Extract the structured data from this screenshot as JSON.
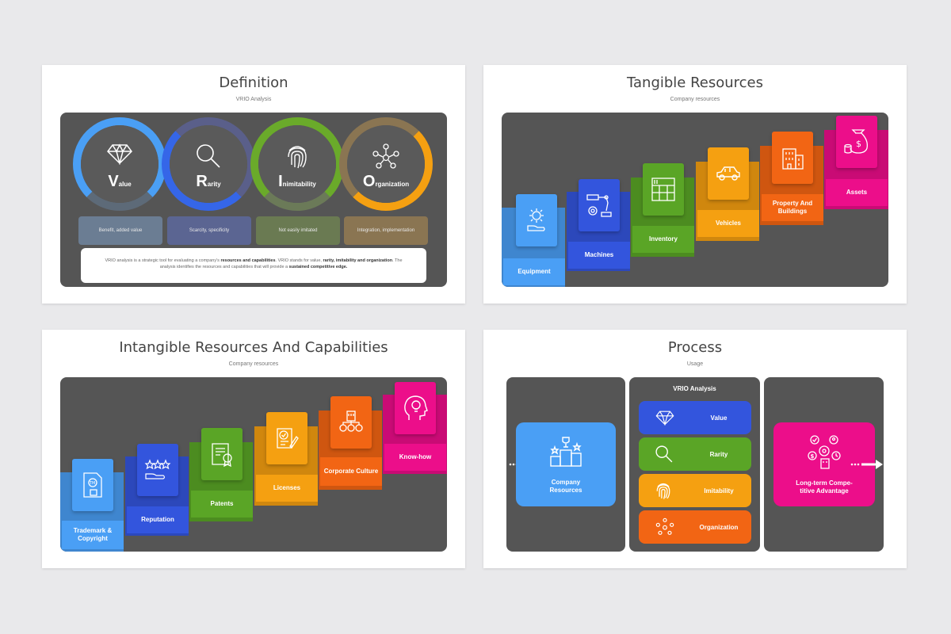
{
  "slides": {
    "definition": {
      "title": "Definition",
      "subtitle": "VRIO Analysis",
      "rings": [
        {
          "letter": "V",
          "rest": "alue",
          "icon": "diamond-icon",
          "color": "#4a9ff5"
        },
        {
          "letter": "R",
          "rest": "arity",
          "icon": "magnifier-icon",
          "color": "#3566e8"
        },
        {
          "letter": "I",
          "rest": "nimitability",
          "icon": "fingerprint-icon",
          "color": "#6aaa2a"
        },
        {
          "letter": "O",
          "rest": "rganization",
          "icon": "team-icon",
          "color": "#f5a011"
        }
      ],
      "boxes": [
        {
          "text": "Benefit, added value",
          "color": "#6b7d93"
        },
        {
          "text": "Scarcity, specificity",
          "color": "#5b6592"
        },
        {
          "text": "Not easily imitated",
          "color": "#6a7a52"
        },
        {
          "text": "Integration, implementation",
          "color": "#8a7552"
        }
      ],
      "body_pre": "VRIO analysis is a strategic tool for evaluating a company's ",
      "body_b1": "resources and capabilities",
      "body_mid": ". VRIO stands for value, ",
      "body_b2": "rarity, imitability and organization",
      "body_mid2": ". The analysis identifies the resources and capabilities that will provide a ",
      "body_b3": "sustained competitive edge."
    },
    "tangible": {
      "title": "Tangible Resources",
      "subtitle": "Company  resources",
      "steps": [
        {
          "label": "Equipment",
          "icon": "gear-hand-icon",
          "color": "#4a9ff5",
          "back": "#3f86cf"
        },
        {
          "label": "Machines",
          "icon": "robot-arm-icon",
          "color": "#3355dd",
          "back": "#2c48bb"
        },
        {
          "label": "Inventory",
          "icon": "warehouse-icon",
          "color": "#5aa526",
          "back": "#4c8c20"
        },
        {
          "label": "Vehicles",
          "icon": "car-icon",
          "color": "#f5a011",
          "back": "#d0870e"
        },
        {
          "label": "Property And Buildings",
          "icon": "building-icon",
          "color": "#f26514",
          "back": "#cf5610"
        },
        {
          "label": "Assets",
          "icon": "money-bag-icon",
          "color": "#ec0e8a",
          "back": "#c90b75"
        }
      ]
    },
    "intangible": {
      "title": "Intangible Resources And Capabilities",
      "subtitle": "Company  resources",
      "steps": [
        {
          "label": "Trademark & Copyright",
          "icon": "trademark-doc-icon",
          "color": "#4a9ff5",
          "back": "#3f86cf"
        },
        {
          "label": "Reputation",
          "icon": "stars-hand-icon",
          "color": "#3355dd",
          "back": "#2c48bb"
        },
        {
          "label": "Patents",
          "icon": "certificate-icon",
          "color": "#5aa526",
          "back": "#4c8c20"
        },
        {
          "label": "Licenses",
          "icon": "license-icon",
          "color": "#f5a011",
          "back": "#d0870e"
        },
        {
          "label": "Corporate Culture",
          "icon": "org-chart-icon",
          "color": "#f26514",
          "back": "#cf5610"
        },
        {
          "label": "Know-how",
          "icon": "head-bulb-icon",
          "color": "#ec0e8a",
          "back": "#c90b75"
        }
      ]
    },
    "process": {
      "title": "Process",
      "subtitle": "Usage",
      "input": {
        "label": "Company Resources",
        "icon": "podium-icon",
        "color": "#4a9ff5"
      },
      "middle_title": "VRIO Analysis",
      "rows": [
        {
          "label": "Value",
          "icon": "diamond-icon",
          "color": "#3355dd"
        },
        {
          "label": "Rarity",
          "icon": "magnifier-icon",
          "color": "#5aa526"
        },
        {
          "label": "Imitability",
          "icon": "fingerprint-icon",
          "color": "#f5a011"
        },
        {
          "label": "Organization",
          "icon": "team-icon",
          "color": "#f26514"
        }
      ],
      "output": {
        "label": "Long-term Compe-titive Advantage",
        "icon": "strategy-icon",
        "color": "#ec0e8a"
      }
    }
  }
}
